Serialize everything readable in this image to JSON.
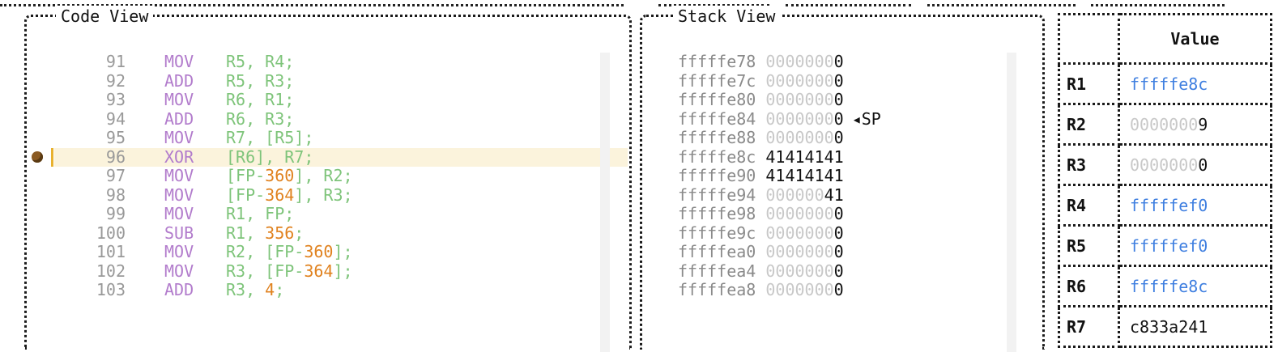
{
  "code_view": {
    "title": "Code View",
    "lines": [
      {
        "n": "91",
        "op": "MOV",
        "args": "R5, R4;"
      },
      {
        "n": "92",
        "op": "ADD",
        "args": "R5, R3;"
      },
      {
        "n": "93",
        "op": "MOV",
        "args": "R6, R1;"
      },
      {
        "n": "94",
        "op": "ADD",
        "args": "R6, R3;"
      },
      {
        "n": "95",
        "op": "MOV",
        "args": "R7, [R5];"
      },
      {
        "n": "96",
        "op": "XOR",
        "args": "[R6], R7;",
        "current": true
      },
      {
        "n": "97",
        "op": "MOV",
        "args_pre": "[FP-",
        "num": "360",
        "args_post": "], R2;"
      },
      {
        "n": "98",
        "op": "MOV",
        "args_pre": "[FP-",
        "num": "364",
        "args_post": "], R3;"
      },
      {
        "n": "99",
        "op": "MOV",
        "args": "R1, FP;"
      },
      {
        "n": "100",
        "op": "SUB",
        "args_pre": "R1, ",
        "num": "356",
        "args_post": ";"
      },
      {
        "n": "101",
        "op": "MOV",
        "args_pre": "R2, [FP-",
        "num": "360",
        "args_post": "];"
      },
      {
        "n": "102",
        "op": "MOV",
        "args_pre": "R3, [FP-",
        "num": "364",
        "args_post": "];"
      },
      {
        "n": "103",
        "op": "ADD",
        "args_pre": "R3, ",
        "num": "4",
        "args_post": ";"
      }
    ]
  },
  "stack_view": {
    "title": "Stack View",
    "sp_label": "SP",
    "rows": [
      {
        "addr": "fffffe78",
        "dim": "0000000",
        "bright": "0"
      },
      {
        "addr": "fffffe7c",
        "dim": "0000000",
        "bright": "0"
      },
      {
        "addr": "fffffe80",
        "dim": "0000000",
        "bright": "0"
      },
      {
        "addr": "fffffe84",
        "dim": "0000000",
        "bright": "0",
        "sp": true
      },
      {
        "addr": "fffffe88",
        "dim": "0000000",
        "bright": "0"
      },
      {
        "addr": "fffffe8c",
        "dim": "",
        "bright": "41414141"
      },
      {
        "addr": "fffffe90",
        "dim": "",
        "bright": "41414141"
      },
      {
        "addr": "fffffe94",
        "dim": "000000",
        "bright": "41"
      },
      {
        "addr": "fffffe98",
        "dim": "0000000",
        "bright": "0"
      },
      {
        "addr": "fffffe9c",
        "dim": "0000000",
        "bright": "0"
      },
      {
        "addr": "fffffea0",
        "dim": "0000000",
        "bright": "0"
      },
      {
        "addr": "fffffea4",
        "dim": "0000000",
        "bright": "0"
      },
      {
        "addr": "fffffea8",
        "dim": "0000000",
        "bright": "0"
      }
    ]
  },
  "registers": {
    "header": "Value",
    "rows": [
      {
        "name": "R1",
        "value": "fffffe8c",
        "style": "ptr"
      },
      {
        "name": "R2",
        "value_dim": "0000000",
        "value_bright": "9",
        "style": "mixed"
      },
      {
        "name": "R3",
        "value_dim": "0000000",
        "value_bright": "0",
        "style": "mixed"
      },
      {
        "name": "R4",
        "value": "fffffef0",
        "style": "ptr"
      },
      {
        "name": "R5",
        "value": "fffffef0",
        "style": "ptr"
      },
      {
        "name": "R6",
        "value": "fffffe8c",
        "style": "ptr"
      },
      {
        "name": "R7",
        "value": "c833a241",
        "style": "dark"
      }
    ]
  },
  "colors": {
    "opcode": "#b27ccc",
    "operand": "#7ec47a",
    "number": "#e0821f",
    "pointer": "#3f7fe0",
    "highlight": "#fbf3dc",
    "marker": "#e8b12e"
  }
}
